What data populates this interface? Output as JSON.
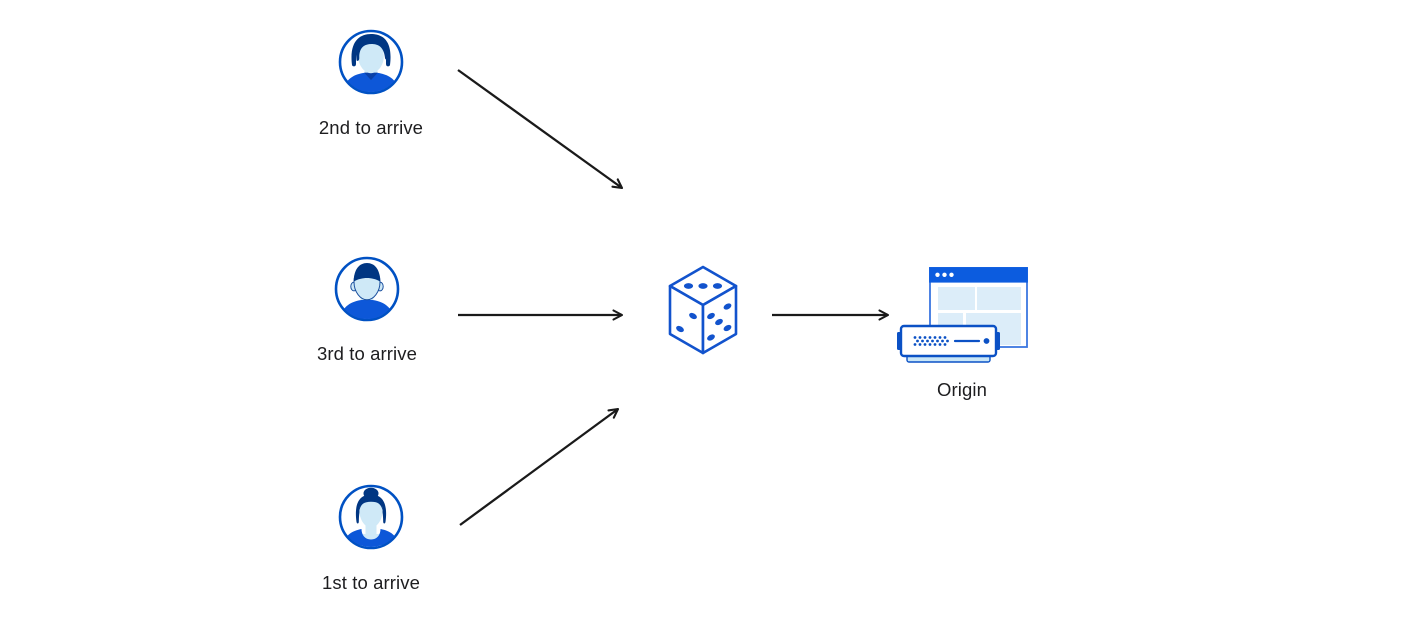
{
  "diagram": {
    "type": "flow-diagram",
    "description": "Three visitors arriving in different order are routed by a random selector (dice) to an origin server",
    "nodes": {
      "second": {
        "label": "2nd to arrive",
        "icon": "user-man-avatar-icon"
      },
      "third": {
        "label": "3rd to arrive",
        "icon": "user-man-short-hair-avatar-icon"
      },
      "first": {
        "label": "1st to arrive",
        "icon": "user-woman-avatar-icon"
      },
      "balancer": {
        "label": "",
        "icon": "dice-icon",
        "dice_pips": {
          "top_face": 3,
          "left_face": 2,
          "right_face": 5
        }
      },
      "origin": {
        "label": "Origin",
        "icon": "browser-and-server-icon"
      }
    },
    "edges": [
      {
        "from": "second",
        "to": "balancer"
      },
      {
        "from": "third",
        "to": "balancer"
      },
      {
        "from": "first",
        "to": "balancer"
      },
      {
        "from": "balancer",
        "to": "origin"
      }
    ],
    "colors": {
      "avatar_ring_blue": "#0051c3",
      "hair_navy": "#003682",
      "skin_light_blue": "#cfe9f7",
      "shirt_blue": "#0d57d8",
      "collar_shadow_blue": "#0a41a8",
      "dice_blue": "#1253cd",
      "browser_titlebar_blue": "#0c5cdf",
      "browser_border_blue": "#3b76e0",
      "panel_light_blue": "#dcedf9",
      "server_border_blue": "#0b51c5",
      "server_base_light_blue": "#c9e6f7",
      "arrow_black": "#1a1a1a",
      "text_color": "#1d1d1f",
      "background": "#ffffff"
    }
  }
}
